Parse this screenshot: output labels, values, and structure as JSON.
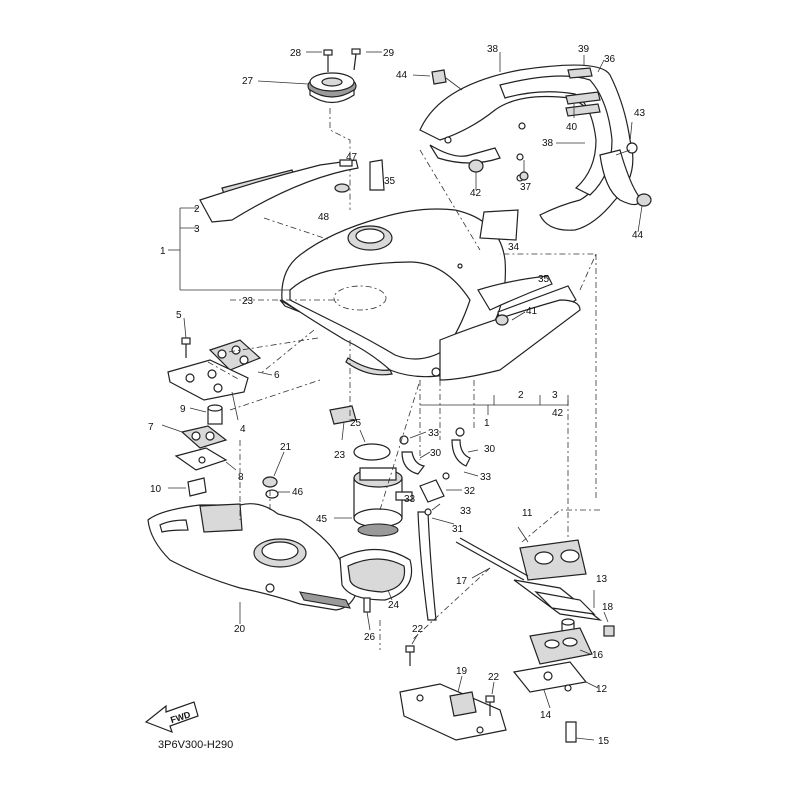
{
  "diagram": {
    "code": "3P6V300-H290",
    "fwd_label": "FWD",
    "callouts": [
      {
        "id": "c28",
        "text": "28"
      },
      {
        "id": "c29",
        "text": "29"
      },
      {
        "id": "c27",
        "text": "27"
      },
      {
        "id": "c38a",
        "text": "38"
      },
      {
        "id": "c39",
        "text": "39"
      },
      {
        "id": "c36",
        "text": "36"
      },
      {
        "id": "c44a",
        "text": "44"
      },
      {
        "id": "c43",
        "text": "43"
      },
      {
        "id": "c40",
        "text": "40"
      },
      {
        "id": "c38b",
        "text": "38"
      },
      {
        "id": "c47",
        "text": "47"
      },
      {
        "id": "c35a",
        "text": "35"
      },
      {
        "id": "c42a",
        "text": "42"
      },
      {
        "id": "c37",
        "text": "37"
      },
      {
        "id": "c44b",
        "text": "44"
      },
      {
        "id": "c48",
        "text": "48"
      },
      {
        "id": "c2a",
        "text": "2"
      },
      {
        "id": "c3a",
        "text": "3"
      },
      {
        "id": "c1a",
        "text": "1"
      },
      {
        "id": "c34",
        "text": "34"
      },
      {
        "id": "c35b",
        "text": "35"
      },
      {
        "id": "c23a",
        "text": "23"
      },
      {
        "id": "c41",
        "text": "41"
      },
      {
        "id": "c5",
        "text": "5"
      },
      {
        "id": "c6",
        "text": "6"
      },
      {
        "id": "c4",
        "text": "4"
      },
      {
        "id": "c9",
        "text": "9"
      },
      {
        "id": "c2b",
        "text": "2"
      },
      {
        "id": "c3b",
        "text": "3"
      },
      {
        "id": "c1b",
        "text": "1"
      },
      {
        "id": "c42b",
        "text": "42"
      },
      {
        "id": "c7",
        "text": "7"
      },
      {
        "id": "c25",
        "text": "25"
      },
      {
        "id": "c33a",
        "text": "33"
      },
      {
        "id": "c23b",
        "text": "23"
      },
      {
        "id": "c30a",
        "text": "30"
      },
      {
        "id": "c30b",
        "text": "30"
      },
      {
        "id": "c21",
        "text": "21"
      },
      {
        "id": "c8",
        "text": "8"
      },
      {
        "id": "c33b",
        "text": "33"
      },
      {
        "id": "c10",
        "text": "10"
      },
      {
        "id": "c46",
        "text": "46"
      },
      {
        "id": "c32",
        "text": "32"
      },
      {
        "id": "c33c",
        "text": "33"
      },
      {
        "id": "c33d",
        "text": "33"
      },
      {
        "id": "c11",
        "text": "11"
      },
      {
        "id": "c45",
        "text": "45"
      },
      {
        "id": "c31",
        "text": "31"
      },
      {
        "id": "c17",
        "text": "17"
      },
      {
        "id": "c13",
        "text": "13"
      },
      {
        "id": "c24",
        "text": "24"
      },
      {
        "id": "c18",
        "text": "18"
      },
      {
        "id": "c20",
        "text": "20"
      },
      {
        "id": "c26",
        "text": "26"
      },
      {
        "id": "c22a",
        "text": "22"
      },
      {
        "id": "c16",
        "text": "16"
      },
      {
        "id": "c19",
        "text": "19"
      },
      {
        "id": "c22b",
        "text": "22"
      },
      {
        "id": "c12",
        "text": "12"
      },
      {
        "id": "c14",
        "text": "14"
      },
      {
        "id": "c15",
        "text": "15"
      }
    ]
  }
}
